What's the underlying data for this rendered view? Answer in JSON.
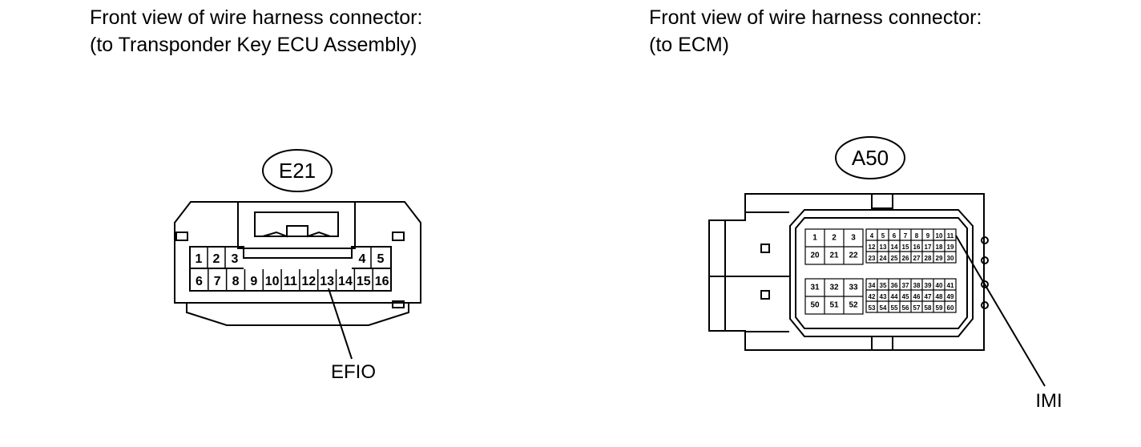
{
  "left": {
    "caption_line1": "Front view of wire harness connector:",
    "caption_line2": "(to Transponder Key ECU Assembly)",
    "connector_id": "E21",
    "pin_rows": [
      [
        "1",
        "2",
        "3",
        "4",
        "5"
      ],
      [
        "6",
        "7",
        "8",
        "9",
        "10",
        "11",
        "12",
        "13",
        "14",
        "15",
        "16"
      ]
    ],
    "callout": "EFIO",
    "callout_pin": "13"
  },
  "right": {
    "caption_line1": "Front view of wire harness connector:",
    "caption_line2": "(to ECM)",
    "connector_id": "A50",
    "upper_big_pins": [
      [
        "1",
        "2",
        "3"
      ],
      [
        "20",
        "21",
        "22"
      ]
    ],
    "upper_small_pins": [
      [
        "4",
        "5",
        "6",
        "7",
        "8",
        "9",
        "10",
        "11"
      ],
      [
        "12",
        "13",
        "14",
        "15",
        "16",
        "17",
        "18",
        "19"
      ],
      [
        "23",
        "24",
        "25",
        "26",
        "27",
        "28",
        "29",
        "30"
      ]
    ],
    "lower_big_pins": [
      [
        "31",
        "32",
        "33"
      ],
      [
        "50",
        "51",
        "52"
      ]
    ],
    "lower_small_pins": [
      [
        "34",
        "35",
        "36",
        "37",
        "38",
        "39",
        "40",
        "41"
      ],
      [
        "42",
        "43",
        "44",
        "45",
        "46",
        "47",
        "48",
        "49"
      ],
      [
        "53",
        "54",
        "55",
        "56",
        "57",
        "58",
        "59",
        "60"
      ]
    ],
    "callout": "IMI",
    "callout_pin": "11"
  },
  "colors": {
    "line": "#000000",
    "background": "#ffffff"
  }
}
